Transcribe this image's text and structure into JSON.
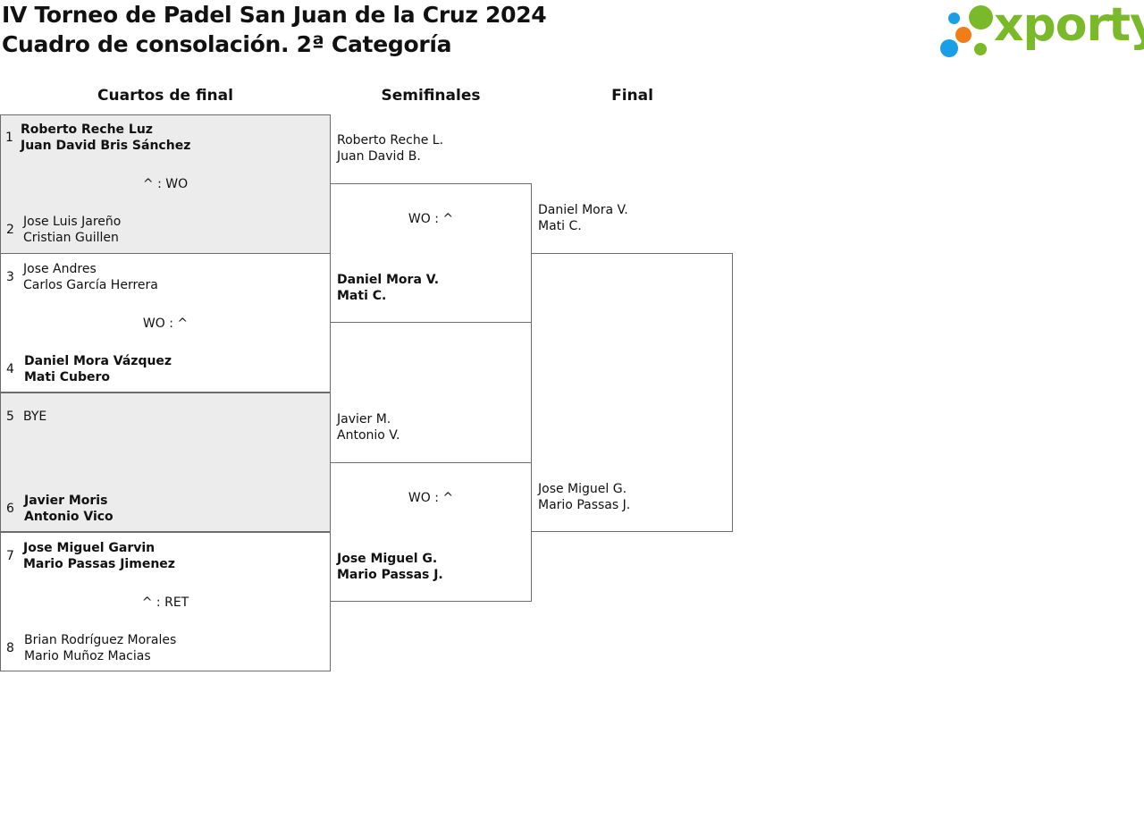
{
  "header": {
    "title_line1": "IV Torneo de Padel San Juan de la Cruz 2024",
    "title_line2": "Cuadro de consolación. 2ª Categoría"
  },
  "logo": {
    "text": "xporty",
    "colors": {
      "green": "#7ab929",
      "blue": "#1a9ee6",
      "orange": "#f07d18"
    }
  },
  "columns": {
    "qf": "Cuartos de final",
    "sf": "Semifinales",
    "final": "Final"
  },
  "quarterfinals": [
    {
      "top": {
        "seed": "1",
        "p1": "Roberto Reche Luz",
        "p2": "Juan David Bris Sánchez"
      },
      "score": "^ : WO",
      "bottom": {
        "seed": "2",
        "p1": "Jose Luis Jareño",
        "p2": "Cristian Guillen"
      }
    },
    {
      "top": {
        "seed": "3",
        "p1": "Jose Andres",
        "p2": "Carlos García Herrera"
      },
      "score": "WO : ^",
      "bottom": {
        "seed": "4",
        "p1": "Daniel Mora Vázquez",
        "p2": "Mati Cubero"
      }
    },
    {
      "top": {
        "seed": "5",
        "p1": "BYE",
        "p2": ""
      },
      "score": "",
      "bottom": {
        "seed": "6",
        "p1": "Javier Moris",
        "p2": "Antonio Vico"
      }
    },
    {
      "top": {
        "seed": "7",
        "p1": "Jose Miguel Garvin",
        "p2": "Mario Passas Jimenez"
      },
      "score": "^ : RET",
      "bottom": {
        "seed": "8",
        "p1": "Brian Rodríguez Morales",
        "p2": "Mario Muñoz Macias"
      }
    }
  ],
  "semifinals": [
    {
      "top": {
        "p1": "Roberto Reche L.",
        "p2": "Juan David B."
      },
      "score": "WO : ^",
      "bottom": {
        "p1": "Daniel Mora V.",
        "p2": "Mati C."
      }
    },
    {
      "top": {
        "p1": "Javier M.",
        "p2": "Antonio V."
      },
      "score": "WO : ^",
      "bottom": {
        "p1": "Jose Miguel G.",
        "p2": "Mario Passas J."
      }
    }
  ],
  "final": {
    "top": {
      "p1": "Daniel Mora V.",
      "p2": "Mati C."
    },
    "bottom": {
      "p1": "Jose Miguel G.",
      "p2": "Mario Passas J."
    }
  }
}
